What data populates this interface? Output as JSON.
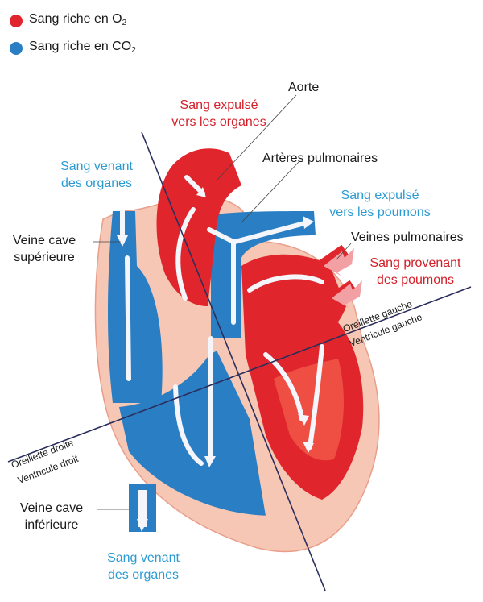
{
  "colors": {
    "oxygen": "#e0262c",
    "co2": "#2a7ec4",
    "wall": "#f6c7b4",
    "axis": "#2b2e5c"
  },
  "legend": {
    "oxygen_label": "Sang riche en O",
    "oxygen_sub": "2",
    "co2_label": "Sang riche en CO",
    "co2_sub": "2"
  },
  "labels": {
    "aorte": "Aorte",
    "sang_expulse_organes": [
      "Sang expulsé",
      "vers les organes"
    ],
    "arteres_pulmonaires": "Artères pulmonaires",
    "sang_venant_organes_top": [
      "Sang venant",
      "des organes"
    ],
    "sang_expulse_poumons": [
      "Sang expulsé",
      "vers les poumons"
    ],
    "veine_cave_sup": [
      "Veine cave",
      "supérieure"
    ],
    "veines_pulmonaires": "Veines pulmonaires",
    "sang_provenant_poumons": [
      "Sang provenant",
      "des poumons"
    ],
    "oreillette_gauche": "Oreillette gauche",
    "ventricule_gauche": "Ventricule gauche",
    "oreillette_droite": "Oreillette droite",
    "ventricule_droit": "Ventricule droit",
    "veine_cave_inf": [
      "Veine cave",
      "inférieure"
    ],
    "sang_venant_organes_bottom": [
      "Sang venant",
      "des organes"
    ]
  }
}
